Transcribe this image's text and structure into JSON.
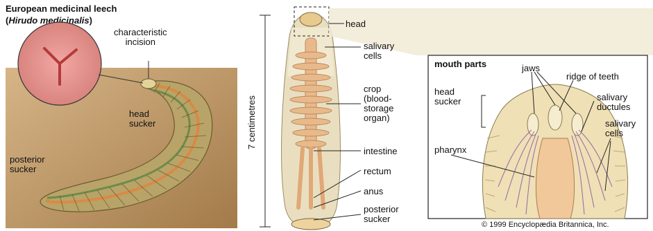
{
  "left_panel": {
    "title_line1": "European medicinal leech",
    "title_line2_open": "(",
    "title_line2_species": "Hirudo medicinalis",
    "title_line2_close": ")",
    "label_incision": "characteristic\nincision",
    "label_head_sucker": "head\nsucker",
    "label_posterior_sucker": "posterior\nsucker"
  },
  "middle_panel": {
    "scale_label": "7 centimetres",
    "labels": {
      "head": "head",
      "salivary_cells": "salivary\ncells",
      "crop": "crop\n(blood-\nstorage\norgan)",
      "intestine": "intestine",
      "rectum": "rectum",
      "anus": "anus",
      "posterior_sucker": "posterior\nsucker"
    }
  },
  "inset_panel": {
    "title": "mouth parts",
    "labels": {
      "jaws": "jaws",
      "ridge_of_teeth": "ridge of teeth",
      "head_sucker": "head\nsucker",
      "salivary_ductules": "salivary\nductules",
      "salivary_cells": "salivary\ncells",
      "pharynx": "pharynx"
    }
  },
  "copyright": "© 1999 Encyclopædia Britannica, Inc.",
  "colors": {
    "leech_body": "#c9b07a",
    "stripe_orange": "#d98a45",
    "stripe_green": "#6f8a4a",
    "crop": "#e8b98a",
    "background_panel": "#c7a270",
    "inset_bg": "#f2e6c6",
    "ductules": "#8a4fa0"
  }
}
